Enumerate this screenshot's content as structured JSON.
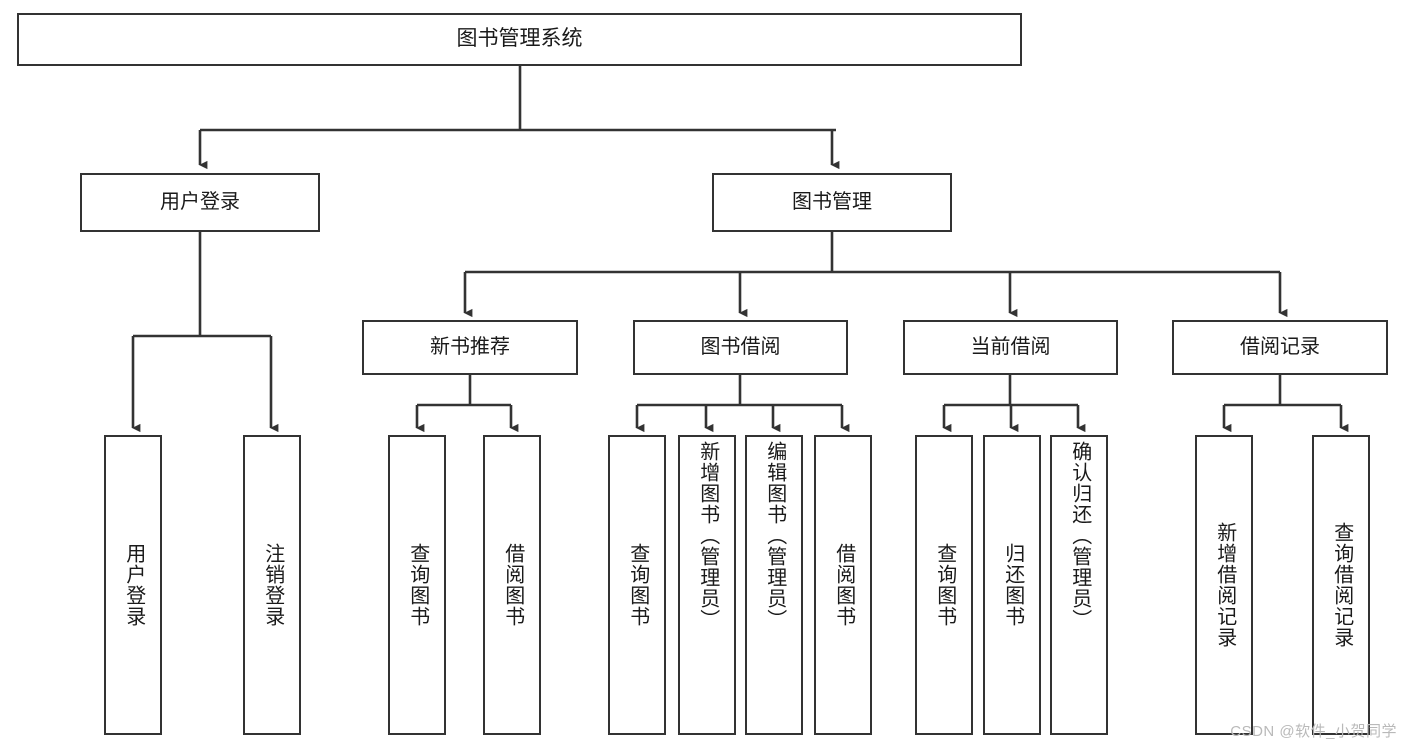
{
  "diagram": {
    "type": "tree",
    "title": "图书管理系统",
    "orientation": "top-down",
    "watermark": "CSDN @软件_小贺同学",
    "colors": {
      "box_border": "#333333",
      "box_fill": "#ffffff",
      "link": "#333333",
      "text": "#1a1a1a",
      "watermark": "#b9b9b9",
      "background": "#ffffff"
    },
    "root": {
      "label": "图书管理系统"
    },
    "level1": [
      {
        "label": "用户登录"
      },
      {
        "label": "图书管理"
      }
    ],
    "level2": [
      {
        "label": "新书推荐"
      },
      {
        "label": "图书借阅"
      },
      {
        "label": "当前借阅"
      },
      {
        "label": "借阅记录"
      }
    ],
    "leaves": {
      "user_login": [
        {
          "label": "用户登录"
        },
        {
          "label": "注销登录"
        }
      ],
      "new_book_recommend": [
        {
          "label": "查询图书"
        },
        {
          "label": "借阅图书"
        }
      ],
      "book_borrow": [
        {
          "label": "查询图书"
        },
        {
          "label": "新增图书（管理员）"
        },
        {
          "label": "编辑图书（管理员）"
        },
        {
          "label": "借阅图书"
        }
      ],
      "current_borrow": [
        {
          "label": "查询图书"
        },
        {
          "label": "归还图书"
        },
        {
          "label": "确认归还（管理员）"
        }
      ],
      "borrow_records": [
        {
          "label": "新增借阅记录"
        },
        {
          "label": "查询借阅记录"
        }
      ]
    }
  }
}
